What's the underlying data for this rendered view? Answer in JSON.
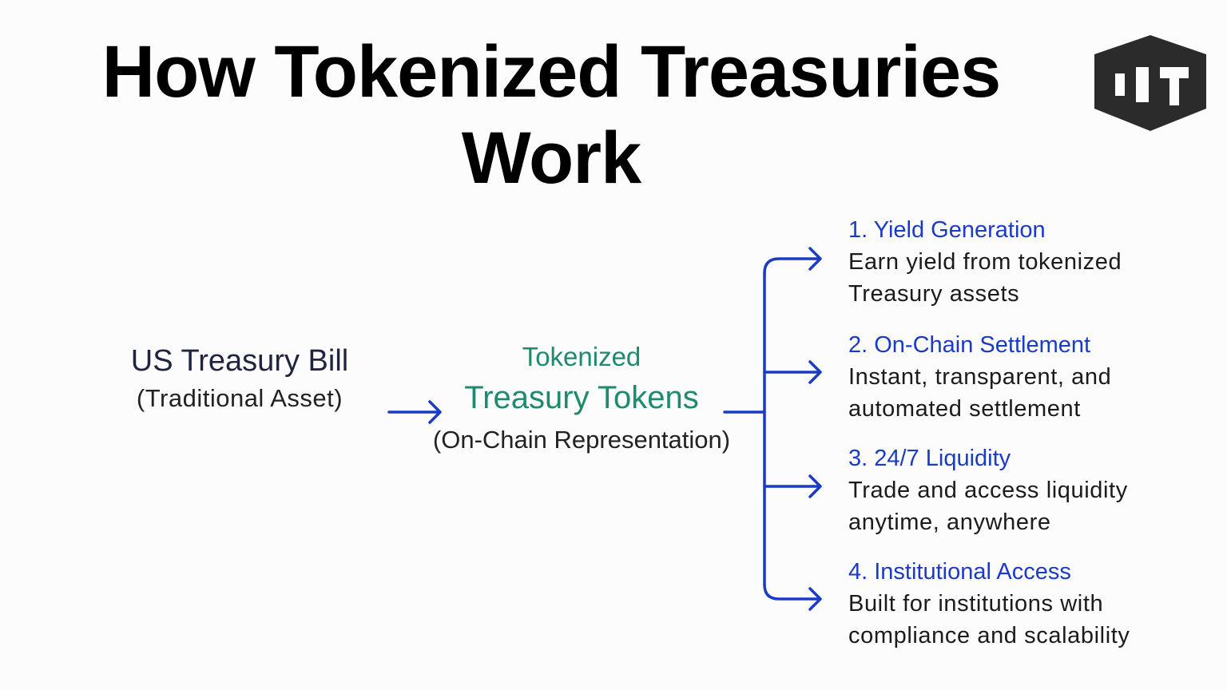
{
  "title": {
    "line1": "How Tokenized Treasuries",
    "line2": "Work"
  },
  "logo": {
    "icon": "hexagon-brand-logo-icon",
    "color": "#2b2b2b"
  },
  "source": {
    "title": "US Treasury Bill",
    "subtitle": "(Traditional Asset)"
  },
  "token": {
    "prefix": "Tokenized",
    "title": "Treasury Tokens",
    "subtitle": "(On-Chain Representation)"
  },
  "benefits": [
    {
      "title": "1. Yield Generation",
      "line1": "Earn yield from tokenized",
      "line2": "Treasury assets"
    },
    {
      "title": "2. On-Chain Settlement",
      "line1": "Instant, transparent, and",
      "line2": "automated settlement"
    },
    {
      "title": "3. 24/7 Liquidity",
      "line1": "Trade and access liquidity",
      "line2": "anytime, anywhere"
    },
    {
      "title": "4. Institutional Access",
      "line1": "Built for institutions with",
      "line2": "compliance and scalability"
    }
  ],
  "colors": {
    "accent_blue": "#1a3bc4",
    "token_green": "#1e8a6e",
    "text_dark": "#1b1b1b"
  }
}
